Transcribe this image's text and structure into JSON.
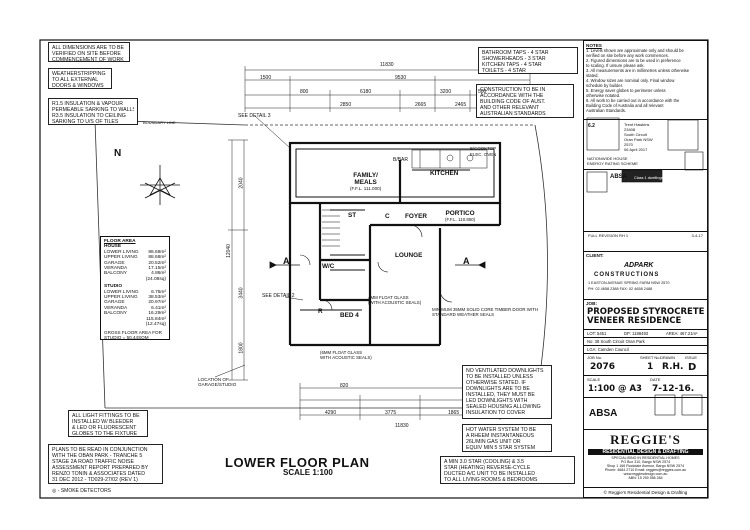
{
  "notes_left": {
    "dimensions": [
      "ALL DIMENSIONS ARE TO BE",
      "VERIFIED ON SITE BEFORE",
      "COMMENCEMENT OF WORK"
    ],
    "weather": [
      "WEATHERSTRIPPING",
      "TO ALL EXTERNAL",
      "DOORS & WINDOWS"
    ],
    "insulation": [
      "R1.5 INSULATION & VAPOUR",
      "PERMEABLE SARKING TO WALLS",
      "R3.5 INSULATION TO CEILING",
      "SARKING TO U/S OF TILES"
    ],
    "lighting": [
      "ALL LIGHT FITTINGS TO BE",
      "INSTALLED W/ BLEEDER",
      "& LED OR FLUORESCENT",
      "GLOBES TO THE FIXTURE"
    ],
    "plans": [
      "PLANS TO BE READ IN CONJUNCTION",
      "WITH THE OBAN PARK - TRANCHE 5",
      "STAGE 2A ROAD TRAFFIC NOISE",
      "ASSESSMENT REPORT PREPARED BY",
      "RENZO TONIN & ASSOCIATES DATED",
      "31 DEC 2012 - TD029-27/02 (REV 1)"
    ],
    "smoke": "- SMOKE DETECTORS"
  },
  "notes_top": {
    "bathroom": [
      "BATHROOM TAPS - 4 STAR",
      "SHOWERHEADS - 3 STAR",
      "KITCHEN TAPS - 4 STAR",
      "TOILETS - 4 STAR"
    ],
    "construction": [
      "CONSTRUCTION TO BE IN",
      "ACCORDANCE WITH THE",
      "BUILDING CODE OF AUST.",
      "AND OTHER RELEVANT",
      "AUSTRALIAN STANDARDS"
    ]
  },
  "notes_bottom": {
    "downlights": [
      "NO VENTILATED DOWNLIGHTS",
      "TO BE INSTALLED UNLESS",
      "OTHERWISE STATED. IF",
      "DOWNLIGHTS ARE TO BE",
      "INSTALLED, THEY MUST BE",
      "LED DOWNLIGHTS WITH",
      "SEALED HOUSING ALLOWING",
      "INSULATION TO COVER"
    ],
    "hotwater": [
      "HOT WATER SYSTEM TO BE",
      "A RHEEM INSTANTANEOUS",
      "26L/MIN GAS UNIT OR",
      "EQUIV MIN 5 STAR SYSTEM"
    ],
    "aircon": [
      "A MIN 3.0 STAR (COOLING) & 3.5",
      "STAR (HEATING) REVERSE-CYCLE",
      "DUCTED A/C UNIT TO BE INSTALLED",
      "TO ALL LIVING ROOMS & BEDROOMS"
    ]
  },
  "floor_area": {
    "heading": "FLOOR AREA",
    "house_label": "HOUSE",
    "house_rows": [
      [
        "LOWER LIVING",
        "88.68m²"
      ],
      [
        "UPPER LIVING",
        "88.68m²"
      ],
      [
        "GARAGE",
        "20.52m²"
      ],
      [
        "VERANDA",
        "17.15m²"
      ],
      [
        "BALCONY",
        "4.86m²"
      ]
    ],
    "house_total": "(24.08sq)",
    "studio_label": "STUDIO",
    "studio_rows": [
      [
        "LOWER LIVING",
        "6.75m²"
      ],
      [
        "UPPER LIVING",
        "38.53m²"
      ],
      [
        "GARAGE",
        "20.97m²"
      ],
      [
        "VERANDA",
        "6.41m²"
      ],
      [
        "BALCONY",
        "16.29m²"
      ]
    ],
    "studio_total": "(12.47sq)",
    "studio_sum": "115.84m²",
    "gross": "GROSS FLOOR AREA FOR",
    "gross_studio": "STUDIO = 50.44sqm"
  },
  "plan_labels": {
    "family": "FAMILY/",
    "meals": "MEALS",
    "family_fl": "(F.F.L. 111.000)",
    "kitchen": "KITCHEN",
    "lounge": "LOUNGE",
    "foyer": "FOYER",
    "portico": "PORTICO",
    "portico_fl": "(F.F.L. 110.850)",
    "bed": "BED 4",
    "wc": "W/C",
    "st": "ST",
    "c": "C",
    "r": "R",
    "section_a": "A",
    "see_detail_2": "SEE DETAIL 2",
    "see_detail_3": "SEE DETAIL 3",
    "bbar": "B/BAR",
    "ecooktop": "E/COOKTOP",
    "elec_oven": "ELEC. OVEN",
    "float_glass_1": "4mm FLOAT GLASS",
    "float_glass_1b": "(WITH ACOUSTIC SEALS)",
    "timber_door": "MINIMUM 35mm SOLID CORE TIMBER DOOR WITH",
    "timber_door2": "STANDARD WEATHER SEALS",
    "float_glass_2": "(6mm FLOAT GLASS",
    "float_glass_2b": "WITH ACOUSTIC SEALS)",
    "garage_loc": "LOCATION OF",
    "garage_loc2": "GARAGE/STUDIO",
    "boundary": "BOUNDARY LINE",
    "north": "N"
  },
  "dimensions_top": [
    "11830",
    "1500",
    "9530",
    "800",
    "6180",
    "3200",
    "500",
    "2850",
    "2665",
    "2465"
  ],
  "dimensions_bottom": [
    "4290",
    "3775",
    "1865",
    "820",
    "11830"
  ],
  "dimensions_side": [
    "12040",
    "2040",
    "3440",
    "1800"
  ],
  "title_block": {
    "notes_heading": "NOTES",
    "notes": [
      "1. Levels shown are approximate only and should be",
      "verified on site before any work commences.",
      "2. Figured dimensions are to be used in preference",
      "to scaling. If unsure please ask.",
      "3. All measurements are in millimetres unless otherwise",
      "stated.",
      "4. Window sizes are nominal only. Final window",
      "schedule by builder.",
      "5. Energy saver globes to perimeter unless",
      "otherwise notated.",
      "6. All work to be carried out in accordance with the",
      "Building Code of Australia and all relevant",
      "Australian Standards."
    ],
    "nathers": "NATIONWIDE HOUSE",
    "nathers_sub": "ENERGY RATING SCHEME",
    "star": "6.2",
    "cert_lines": [
      "Trent Hawkins",
      "23408",
      "South Circuit",
      "Oran Park NSW",
      "2570",
      "06 April 2017"
    ],
    "absa": "ABSA",
    "class1": "Class 1 dwellings",
    "revision": "FULL REVISION RH 1",
    "rev_date": "3-4-17",
    "client_label": "CLIENT:",
    "adpark": "ADPARK",
    "adpark_sub": "CONSTRUCTIONS",
    "adpark_addr": "1 EASTON AVENUE SPRING FARM NSW 2570",
    "adpark_ph": "PH: 02 4658 2388  FAX: 02 4658 2488",
    "job_label": "JOB:",
    "job_title_1": "PROPOSED STYROCRETE",
    "job_title_2": "VENEER RESIDENCE",
    "lot": "LOT: 5451",
    "dp": "DP: 1188493",
    "area": "AREA: 467.21m²",
    "address": "No: 38 South Circuit Oran Park",
    "council": "LGA: Camden Council",
    "job_no_label": "JOB No.",
    "job_no": "2076",
    "sheet_label": "SHEET No.",
    "sheet": "1",
    "drawn_label": "DRAWN",
    "drawn": "R.H.",
    "issue_label": "ISSUE",
    "issue": "D",
    "scale_label": "SCALE",
    "scale": "1:100 @ A3",
    "date_label": "DATE",
    "date": "7-12-16.",
    "reggies": "REGGIE'S",
    "reggies_sub": "RESIDENTIAL DESIGN & DRAFTING",
    "reggies_tag": "SPECIALISING IN RESIDENTIAL HOMES",
    "reggies_po": "PO Box 310, Bargo NSW 2574",
    "reggies_shop": "Shop 1 166 Rockdale Avenue, Bargo NSW 2574",
    "reggies_phone": "Phone: 4684 2710   Email: reggies@reggies.com.au",
    "reggies_web": "www.reggiesdesign.com.au",
    "abn": "ABN: 15 290 556 284",
    "copyright": "© Reggie's Residential Design & Drafting"
  },
  "plan_title": "LOWER FLOOR PLAN",
  "plan_scale": "SCALE 1:100"
}
